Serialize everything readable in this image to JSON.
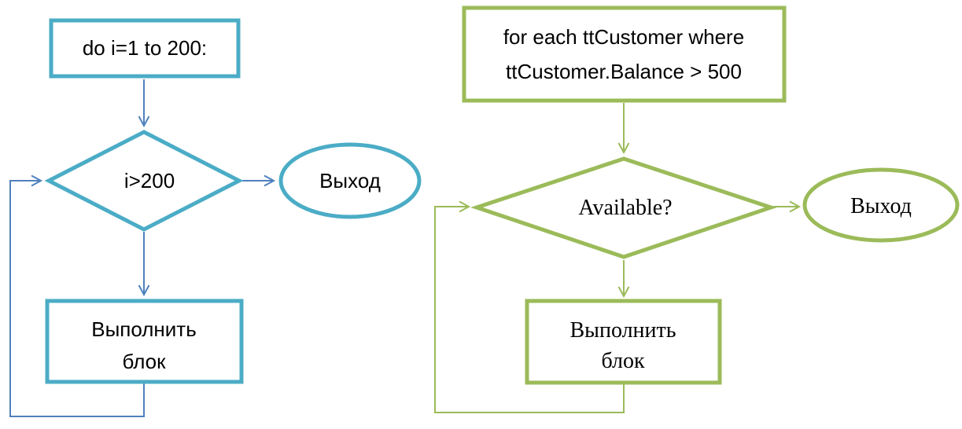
{
  "colors": {
    "left_shape_stroke": "#4BACC6",
    "left_connector": "#4F81BD",
    "right_shape_stroke": "#9BBB59",
    "right_connector": "#9BBB59",
    "text": "#000000",
    "background": "#FFFFFF"
  },
  "left_flowchart": {
    "start_block": {
      "label": "do i=1 to 200:"
    },
    "decision": {
      "label": "i>200"
    },
    "exit": {
      "label": "Выход"
    },
    "process": {
      "line1": "Выполнить",
      "line2": "блок"
    }
  },
  "right_flowchart": {
    "start_block": {
      "line1": "for each ttCustomer where",
      "line2": "ttCustomer.Balance > 500"
    },
    "decision": {
      "label": "Available?"
    },
    "exit": {
      "label": "Выход"
    },
    "process": {
      "line1": "Выполнить",
      "line2": "блок"
    }
  }
}
